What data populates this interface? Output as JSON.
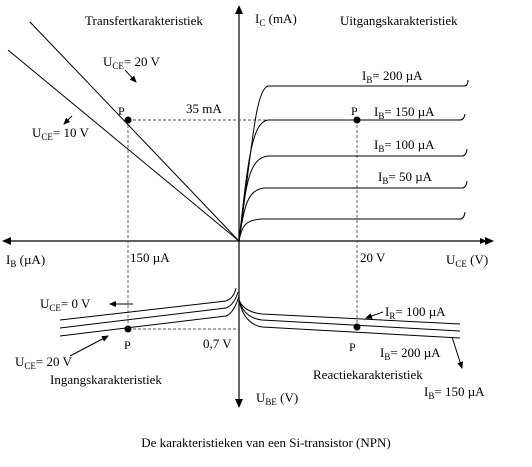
{
  "titles": {
    "transfer": "Transfertkarakteristiek",
    "output": "Uitgangskarakteristiek",
    "input": "Ingangskarakteristiek",
    "reaction": "Reactiekarakteristiek"
  },
  "axes": {
    "ic_main": "I",
    "ic_sub": "C",
    "ic_unit": " (mA)",
    "ib_main": "I",
    "ib_sub": "B",
    "ib_unit": " (µA)",
    "uce_main": "U",
    "uce_sub": "CE",
    "uce_unit": " (V)",
    "ube_main": "U",
    "ube_sub": "BE",
    "ube_unit": " (V)"
  },
  "output_labels": {
    "l200": "= 200 µA",
    "l150": "= 150 µA",
    "l100": "= 100 µA",
    "l50": "= 50 µA"
  },
  "transfer_labels": {
    "uce20": "= 20 V",
    "uce10": "= 10 V"
  },
  "input_labels": {
    "uce0": "= 0 V",
    "uce20": "= 20 V"
  },
  "reaction_labels": {
    "r100_sub": "R",
    "r100": "= 100 µA",
    "r200": "= 200 µA",
    "r150": "= 150 µA"
  },
  "values": {
    "ic_p": "35 mA",
    "ib_p": "150 µA",
    "uce_p": "20 V",
    "ube_p": "0,7 V"
  },
  "points": {
    "p": "P"
  },
  "caption": "De karakteristieken van een Si-transistor (NPN)"
}
